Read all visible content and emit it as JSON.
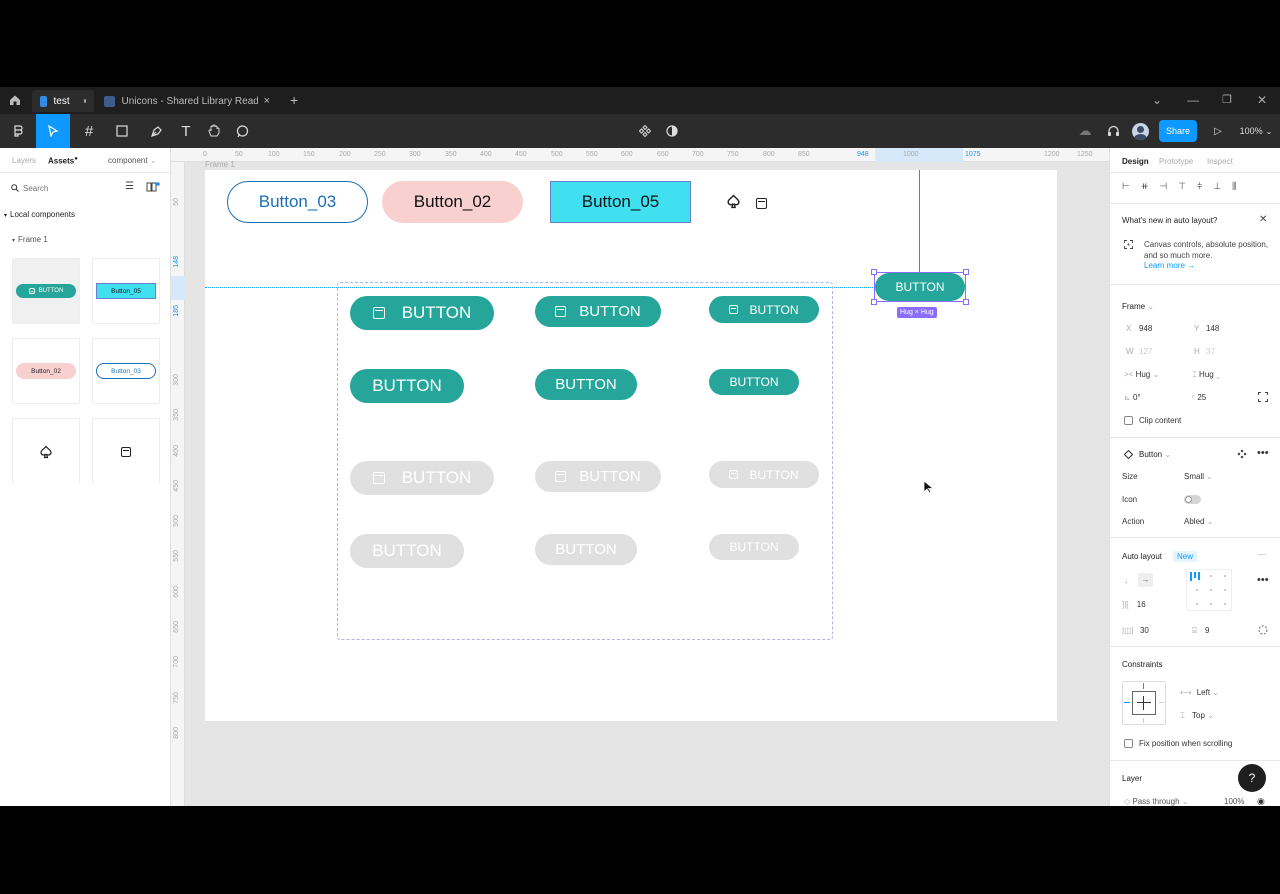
{
  "tabs": [
    {
      "label": "test",
      "active": true
    },
    {
      "label": "Unicons - Shared Library Ready (Co...",
      "active": false
    }
  ],
  "toolbar": {
    "share_label": "Share",
    "zoom": "100%"
  },
  "left_panel": {
    "tabs": [
      "Layers",
      "Assets",
      "component"
    ],
    "search_placeholder": "Search",
    "section": "Local components",
    "frame": "Frame 1",
    "thumbs": {
      "t1": "BUTTON",
      "t2": "Button_05",
      "t3": "Button_02",
      "t4": "Button_03"
    }
  },
  "canvas": {
    "frame_label": "Frame 1",
    "ruler_top": [
      "0",
      "50",
      "100",
      "150",
      "200",
      "250",
      "300",
      "350",
      "400",
      "450",
      "500",
      "550",
      "600",
      "650",
      "700",
      "750",
      "800",
      "850",
      "948",
      "1000",
      "1075",
      "1200",
      "1250"
    ],
    "ruler_left": [
      "50",
      "148",
      "185",
      "300",
      "350",
      "400",
      "450",
      "500",
      "550",
      "600",
      "650",
      "700",
      "750",
      "800"
    ],
    "top_buttons": {
      "b3": "Button_03",
      "b2": "Button_02",
      "b5": "Button_05"
    },
    "button_label": "BUTTON",
    "selected_label": "BUTTON",
    "size_badge": "Hug × Hug"
  },
  "right_panel": {
    "tabs": [
      "Design",
      "Prototype",
      "Inspect"
    ],
    "whats_new_title": "What's new in auto layout?",
    "whats_new_body": "Canvas controls, absolute position, and so much more.",
    "learn_more": "Learn more →",
    "frame": {
      "title": "Frame",
      "x_label": "X",
      "x": "948",
      "y_label": "Y",
      "y": "148",
      "w_label": "W",
      "w": "127",
      "h_label": "H",
      "h": "37",
      "hug_w": "Hug",
      "hug_h": "Hug",
      "rotation": "0°",
      "radius": "25",
      "clip": "Clip content"
    },
    "component": {
      "name": "Button",
      "size_label": "Size",
      "size_value": "Small",
      "icon_label": "Icon",
      "action_label": "Action",
      "action_value": "Abled"
    },
    "auto_layout": {
      "title": "Auto layout",
      "badge": "New",
      "spacing": "16",
      "padding_h": "30",
      "padding_v": "9"
    },
    "constraints": {
      "title": "Constraints",
      "horizontal": "Left",
      "vertical": "Top",
      "fix": "Fix position when scrolling"
    },
    "layer": {
      "title": "Layer",
      "blend": "Pass through",
      "opacity": "100%"
    }
  },
  "colors": {
    "teal": "#26a69a",
    "accent": "#0d99ff",
    "pink": "#f8d0d0",
    "cyan": "#40e0f0",
    "outline_blue": "#1a6fb5"
  }
}
